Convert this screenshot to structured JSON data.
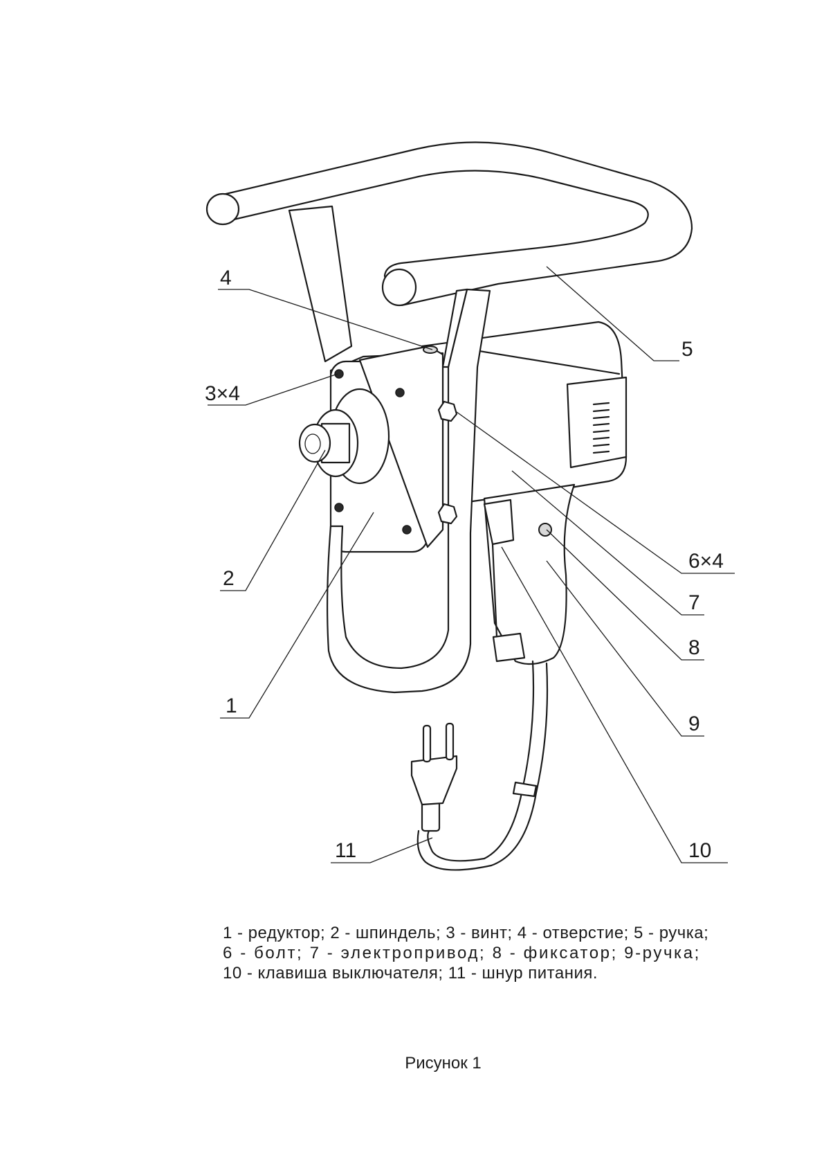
{
  "labels": {
    "l1": "1",
    "l2": "2",
    "l3": "3×4",
    "l4": "4",
    "l5": "5",
    "l6": "6×4",
    "l7": "7",
    "l8": "8",
    "l9": "9",
    "l10": "10",
    "l11": "11"
  },
  "legend": {
    "line1": "1 - редуктор; 2 - шпиндель; 3 - винт; 4 -  отверстие;  5 - ручка;",
    "line2": "6 - болт; 7 - электропривод; 8 - фиксатор; 9-ручка;",
    "line3": "10  -  клавиша выключателя; 11 - шнур питания."
  },
  "caption": "Рисунок 1"
}
